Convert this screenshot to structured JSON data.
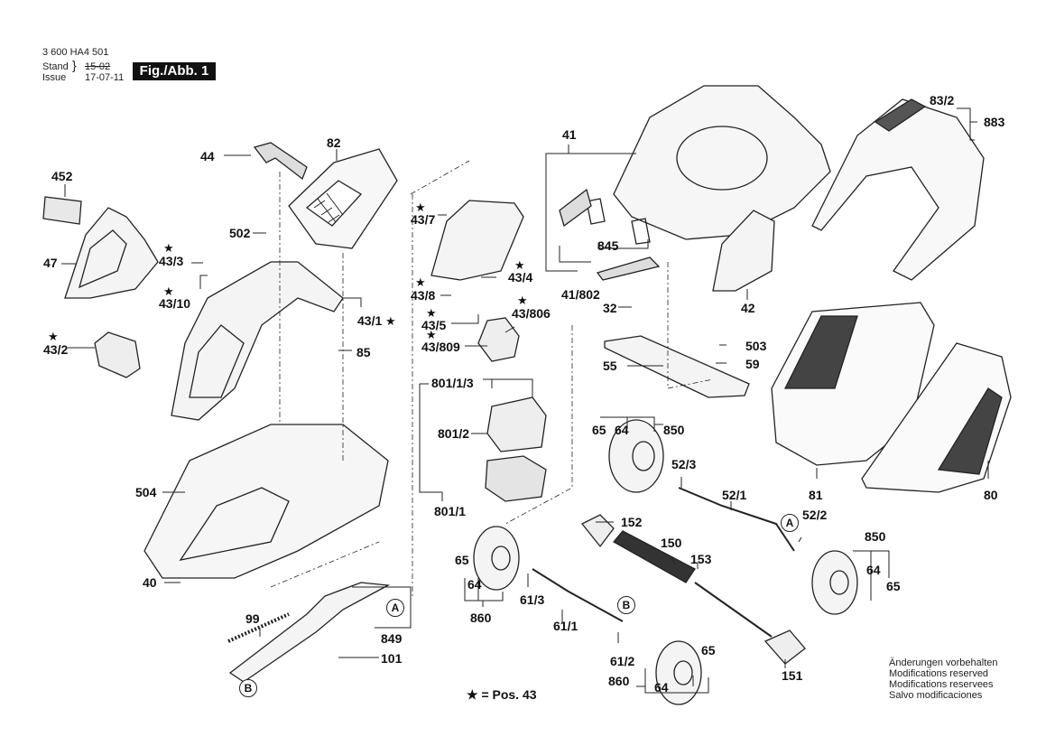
{
  "header": {
    "doc_number": "3 600 HA4 501",
    "stand_label": "Stand",
    "stand_value": "15-02",
    "issue_label": "Issue",
    "issue_value": "17-07-11",
    "figure_label": "Fig./Abb. 1"
  },
  "parts": {
    "p44": "44",
    "p82": "82",
    "p452": "452",
    "p47": "47",
    "p502": "502",
    "p43_3": "43/3",
    "p43_10": "43/10",
    "p43_1": "43/1",
    "p85": "85",
    "p43_2": "43/2",
    "p43_7": "43/7",
    "p43_4": "43/4",
    "p43_8": "43/8",
    "p43_5": "43/5",
    "p43_806": "43/806",
    "p43_809": "43/809",
    "p801_1_3": "801/1/3",
    "p801_2": "801/2",
    "p801_1": "801/1",
    "p41": "41",
    "p845": "845",
    "p41_802": "41/802",
    "p32": "32",
    "p42": "42",
    "p503": "503",
    "p59": "59",
    "p55": "55",
    "p83_2": "83/2",
    "p883": "883",
    "p65a": "65",
    "p64a": "64",
    "p850a": "850",
    "p52_3": "52/3",
    "p52_1": "52/1",
    "p81": "81",
    "p80": "80",
    "p52_2": "52/2",
    "p850b": "850",
    "p64b": "64",
    "p65b": "65",
    "p152": "152",
    "p150": "150",
    "p153": "153",
    "p151": "151",
    "p65c": "65",
    "p64c": "64",
    "p860a": "860",
    "p61_3": "61/3",
    "p61_1": "61/1",
    "p61_2": "61/2",
    "p860b": "860",
    "p64d": "64",
    "p65d": "65",
    "p504": "504",
    "p40": "40",
    "p99": "99",
    "p849": "849",
    "p101": "101"
  },
  "markers": {
    "a": "A",
    "b": "B",
    "star": "★"
  },
  "legend": "★ = Pos. 43",
  "notes": [
    "Änderungen vorbehalten",
    "Modifications reserved",
    "Modifications reservees",
    "Salvo modificaciones"
  ]
}
